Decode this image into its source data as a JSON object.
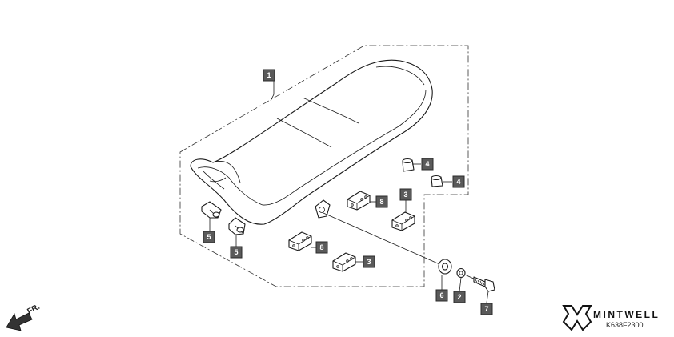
{
  "callouts": [
    {
      "id": "1",
      "label": "1"
    },
    {
      "id": "2",
      "label": "2"
    },
    {
      "id": "3a",
      "label": "3"
    },
    {
      "id": "3b",
      "label": "3"
    },
    {
      "id": "4a",
      "label": "4"
    },
    {
      "id": "4b",
      "label": "4"
    },
    {
      "id": "5a",
      "label": "5"
    },
    {
      "id": "5b",
      "label": "5"
    },
    {
      "id": "6",
      "label": "6"
    },
    {
      "id": "7",
      "label": "7"
    },
    {
      "id": "8a",
      "label": "8"
    },
    {
      "id": "8b",
      "label": "8"
    }
  ],
  "direction": {
    "label": "FR."
  },
  "brand": {
    "name": "MINTWELL",
    "part_code": "K638F2300"
  },
  "colors": {
    "callout_fill": "#5a5a5a",
    "line": "#1a1a1a",
    "background": "#ffffff"
  }
}
